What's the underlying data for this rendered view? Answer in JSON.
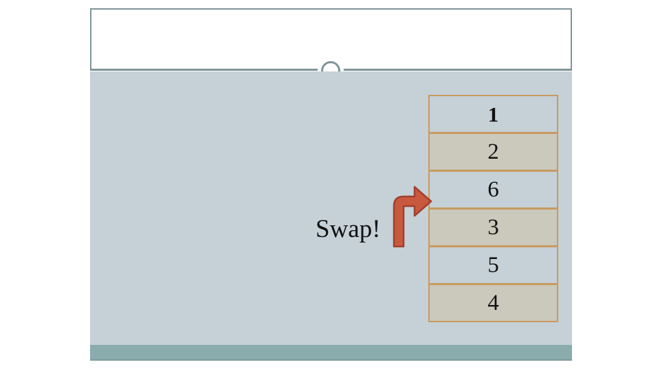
{
  "slide": {
    "title": "",
    "ornament_icon": "ring-icon",
    "theme": {
      "page_background": "#ffffff",
      "title_background": "#ffffff",
      "title_border": "#7e9499",
      "divider": "#7e9499",
      "body_background": "#c5d0d7",
      "footer_band": "#8aacad",
      "footer_edge": "#7e9b9d",
      "cell_border": "#c99a5e",
      "cell_fill_light": "#c5d0d7",
      "cell_fill_tan": "#cbc8bc",
      "arrow_fill": "#c8593f",
      "arrow_outline": "#a0402e",
      "text": "#111111"
    }
  },
  "array": {
    "name": "swap-array",
    "cells": [
      {
        "value": "1",
        "fill": "light",
        "emphasis": true
      },
      {
        "value": "2",
        "fill": "tan",
        "emphasis": false
      },
      {
        "value": "6",
        "fill": "light",
        "emphasis": false
      },
      {
        "value": "3",
        "fill": "tan",
        "emphasis": false
      },
      {
        "value": "5",
        "fill": "light",
        "emphasis": false
      },
      {
        "value": "4",
        "fill": "tan",
        "emphasis": false
      }
    ]
  },
  "annotation": {
    "label": "Swap!",
    "arrow_icon": "bent-arrow-right-icon",
    "arrow_target_cell_index": 2
  }
}
